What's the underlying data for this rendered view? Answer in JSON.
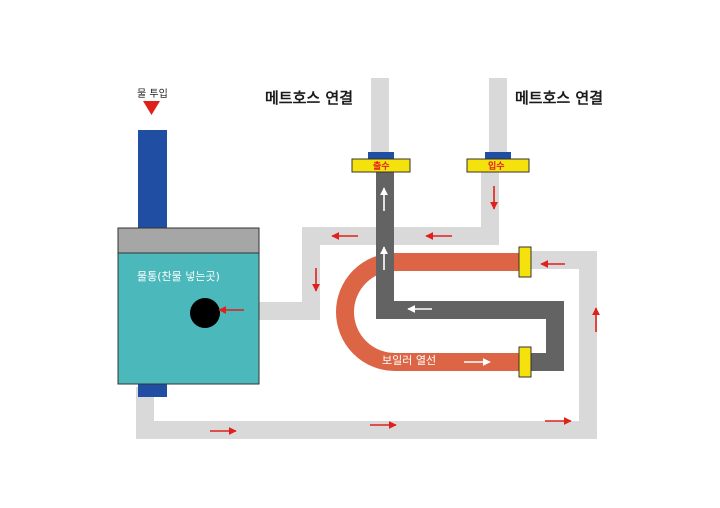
{
  "labels": {
    "water_inlet": "물 투입",
    "hose_connect_left": "메트호스 연결",
    "hose_connect_right": "메트호스 연결",
    "outlet_fitting": "출수",
    "inlet_fitting": "입수",
    "tank": "물통(찬물 넣는곳)",
    "boiler_coil": "보일러 열선"
  },
  "colors": {
    "pipe": "#d9d9d9",
    "tank_body": "#4bb8bc",
    "tank_lid": "#a7a6a6",
    "inlet_pipe": "#1f4ea3",
    "coil": "#dc6545",
    "inner_pipe": "#636363",
    "fitting": "#f5e20d",
    "fitting_cap": "#1f4ea3",
    "arrow": "#e0201a",
    "arrow_white": "#ffffff"
  },
  "icons": {
    "inlet_marker": "triangle-down-icon",
    "flow_arrows": "arrow-icon"
  }
}
